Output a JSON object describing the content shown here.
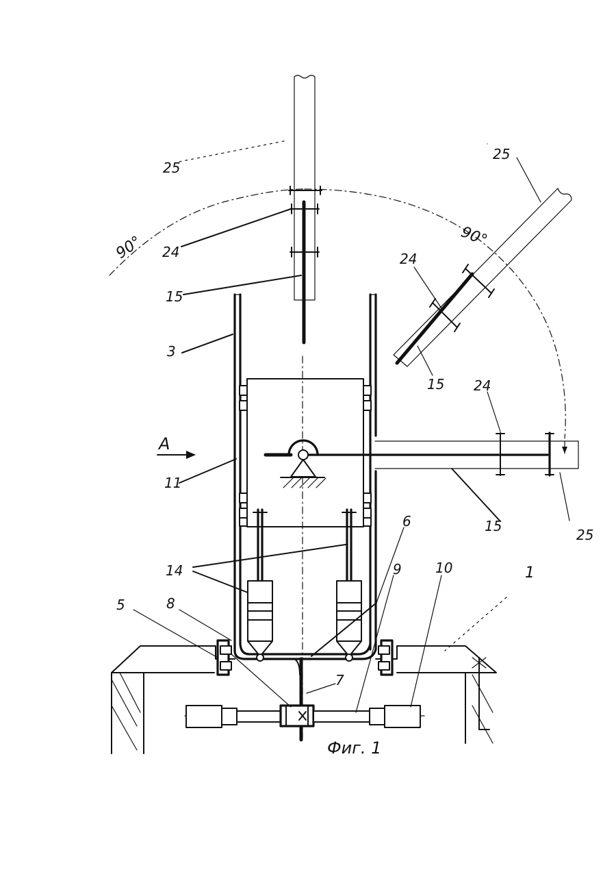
{
  "figure": {
    "caption": "Фиг. 1",
    "view_arrow_label": "A",
    "angle_labels": [
      "90°",
      "90°"
    ],
    "leaders": {
      "l1": "1",
      "l3": "3",
      "l5": "5",
      "l6": "6",
      "l7": "7",
      "l8": "8",
      "l9": "9",
      "l10": "10",
      "l11": "11",
      "l14": "14",
      "l15a": "15",
      "l15b": "15",
      "l15c": "15",
      "l24a": "24",
      "l24b": "24",
      "l24c": "24",
      "l25a": "25",
      "l25b": "25",
      "l25c": "25"
    }
  }
}
